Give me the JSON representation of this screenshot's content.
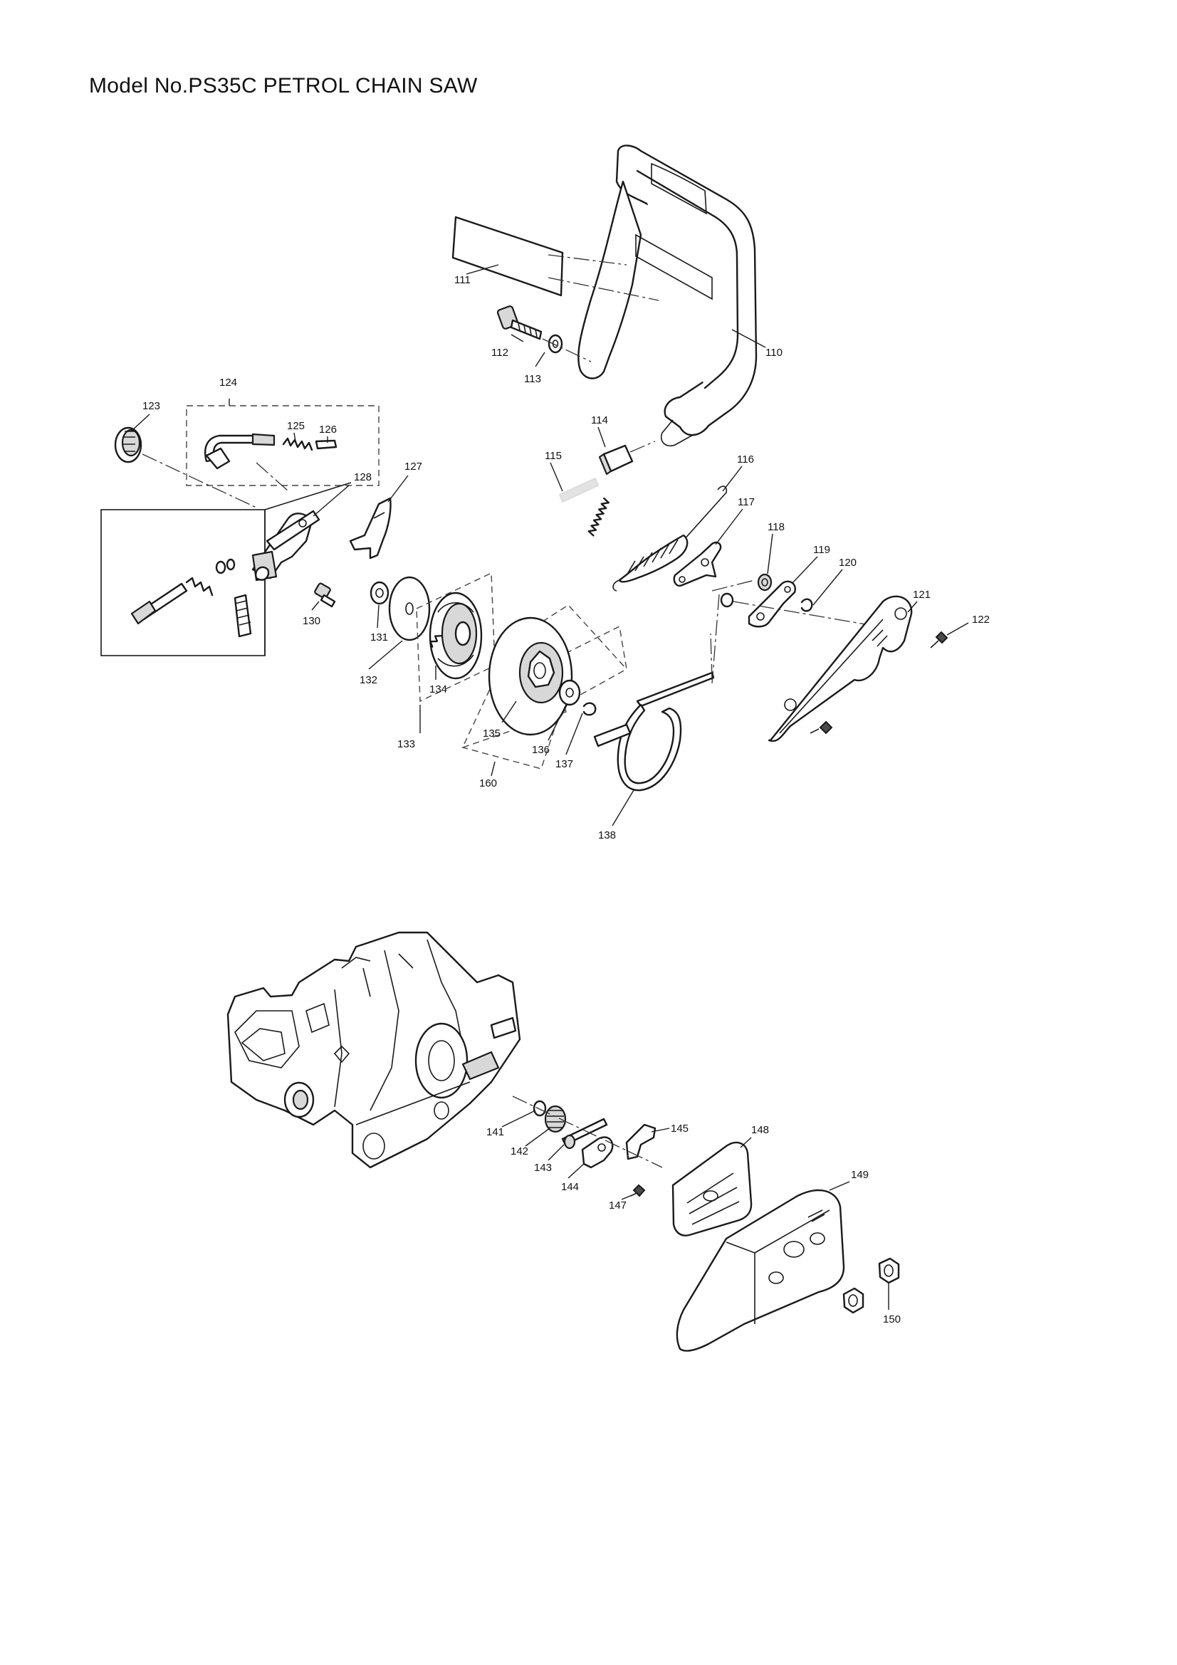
{
  "title": "Model No.PS35C PETROL CHAIN SAW",
  "callouts": {
    "p110": "110",
    "p111": "111",
    "p112": "112",
    "p113": "113",
    "p114": "114",
    "p115": "115",
    "p116": "116",
    "p117": "117",
    "p118": "118",
    "p119": "119",
    "p120": "120",
    "p121": "121",
    "p122": "122",
    "p123": "123",
    "p124": "124",
    "p125": "125",
    "p126": "126",
    "p127": "127",
    "p128": "128",
    "p130": "130",
    "p131": "131",
    "p132": "132",
    "p133": "133",
    "p134": "134",
    "p135": "135",
    "p136": "136",
    "p137": "137",
    "p138": "138",
    "p160": "160",
    "p141": "141",
    "p142": "142",
    "p143": "143",
    "p144": "144",
    "p145": "145",
    "p147": "147",
    "p148": "148",
    "p149": "149",
    "p150": "150"
  }
}
